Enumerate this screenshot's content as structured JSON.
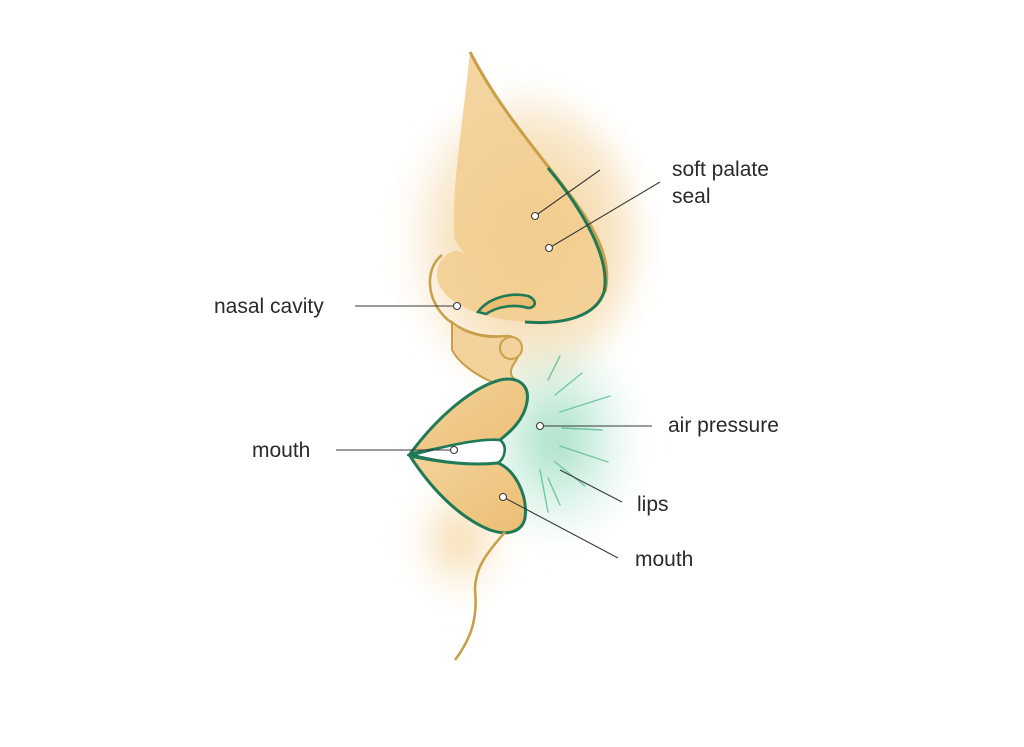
{
  "labels": {
    "soft_palate_seal": "soft palate\nseal",
    "nasal_cavity": "nasal cavity",
    "air_pressure": "air pressure",
    "mouth_left": "mouth",
    "lips": "lips",
    "mouth_lower": "mouth"
  },
  "colors": {
    "skin": "#f0c987",
    "skin_light": "#f6dca8",
    "outline_gold": "#c8a04a",
    "outline_green": "#1f7a55",
    "air_glow": "#7fd1ad"
  }
}
